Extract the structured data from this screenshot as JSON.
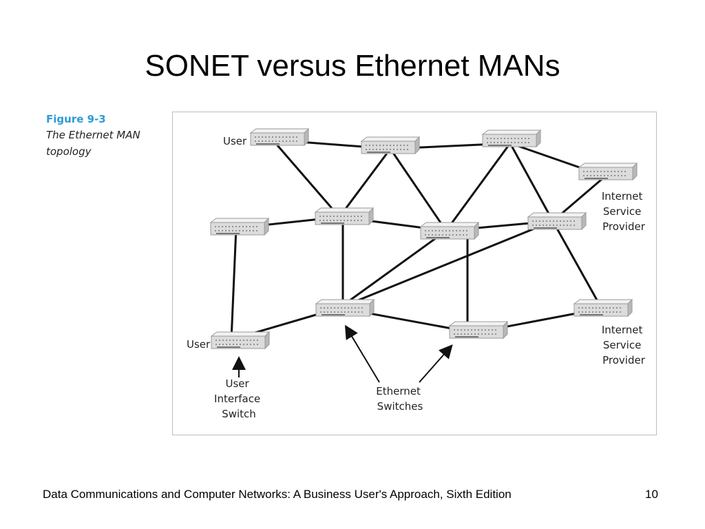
{
  "slide": {
    "title": "SONET versus Ethernet MANs",
    "footer": "Data Communications and Computer Networks: A Business User's Approach, Sixth Edition",
    "page_number": "10"
  },
  "caption": {
    "figure_label": "Figure 9-3",
    "figure_title": "The Ethernet MAN topology"
  },
  "diagram": {
    "labels": {
      "user_top": "User",
      "user_bottom": "User",
      "isp_top": [
        "Internet",
        "Service",
        "Provider"
      ],
      "isp_bottom": [
        "Internet",
        "Service",
        "Provider"
      ],
      "user_interface_switch": [
        "User",
        "Interface",
        "Switch"
      ],
      "ethernet_switches": [
        "Ethernet",
        "Switches"
      ]
    }
  },
  "colors": {
    "figure_label": "#2e9bd6",
    "switch_body": "#dcdcdc",
    "link": "#111111"
  }
}
